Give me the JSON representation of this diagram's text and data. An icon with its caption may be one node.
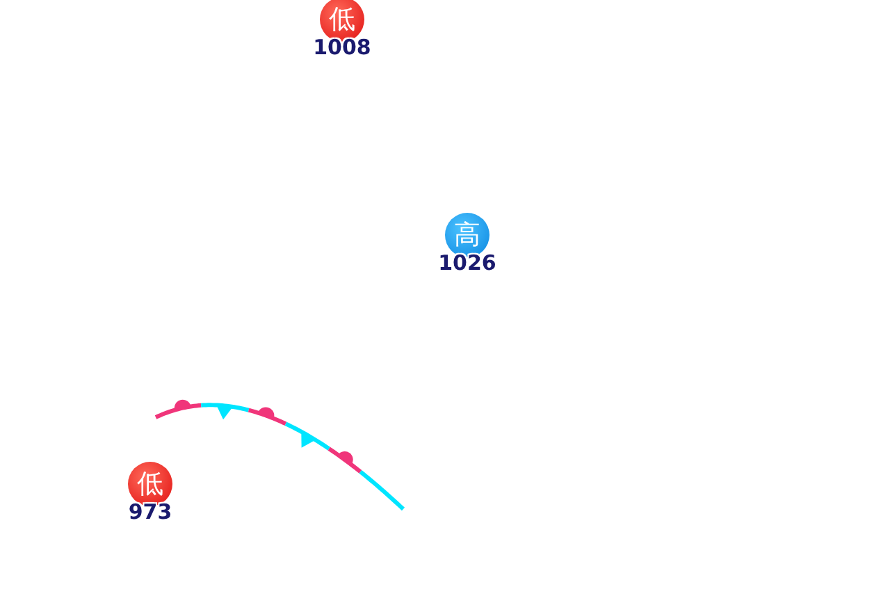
{
  "diagram": {
    "nodes": [
      {
        "text": [
          "低"
        ],
        "beside": [
          "1008"
        ]
      },
      {
        "text": [
          "高"
        ],
        "beside": [
          "1026"
        ]
      },
      {
        "text": [
          "低"
        ],
        "beside": [
          "973"
        ]
      }
    ]
  }
}
